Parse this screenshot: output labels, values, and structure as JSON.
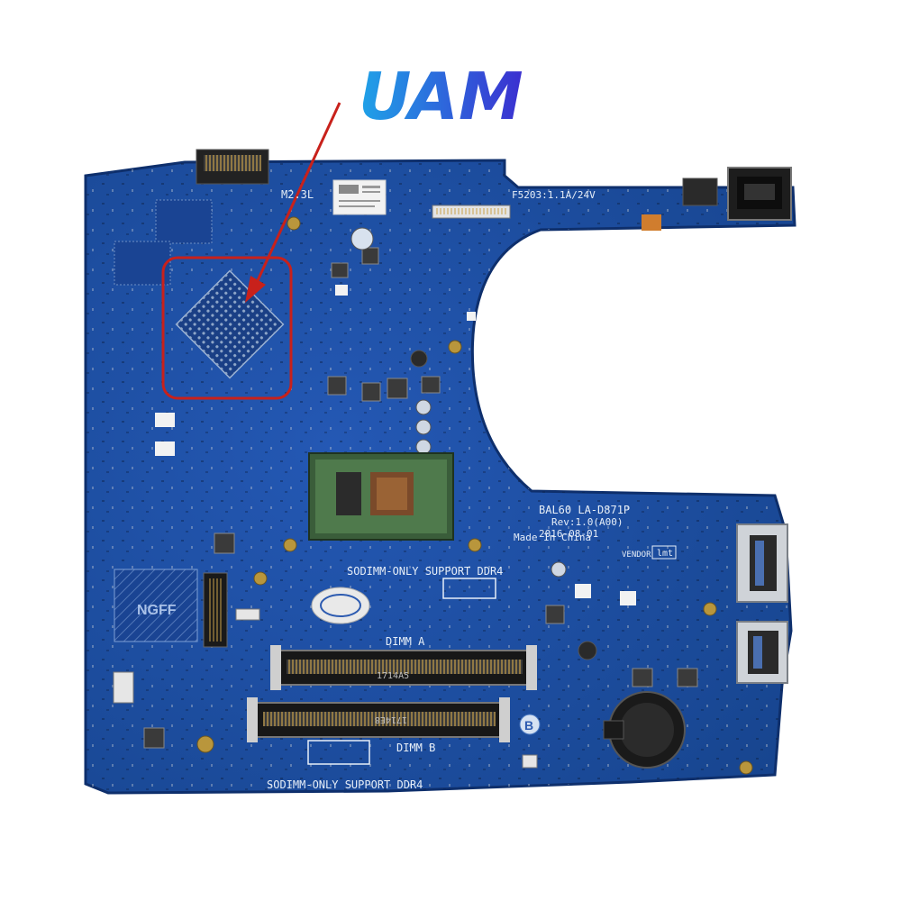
{
  "annotation": {
    "label": "UAM",
    "colors": {
      "label_start": "#1fa3e8",
      "label_end": "#3b2fd0",
      "arrow": "#c8211b",
      "highlight": "#c8211b"
    }
  },
  "board": {
    "model": "BAL60 LA-D871P",
    "revision": "Rev:1.0(A00)",
    "date": "2016-08-01",
    "origin": "Made In China",
    "vendor": "VENDOR",
    "vendor_badge": "lmt",
    "fuse": "F5203:1.1A/24V",
    "m2_label": "M2.3L",
    "ngff": "NGFF",
    "sodimm_top": "SODIMM-ONLY SUPPORT DDR4",
    "sodimm_bottom": "SODIMM-ONLY SUPPORT DDR4",
    "dimm_a": "DIMM A",
    "dimm_b": "DIMM B",
    "slot_code_a": "1714A5",
    "slot_code_b": "1714E8",
    "b_marker": "B",
    "colors": {
      "pcb": "#1c4fa8",
      "pcb_dark": "#123a82",
      "silk": "#e6eef8"
    }
  }
}
